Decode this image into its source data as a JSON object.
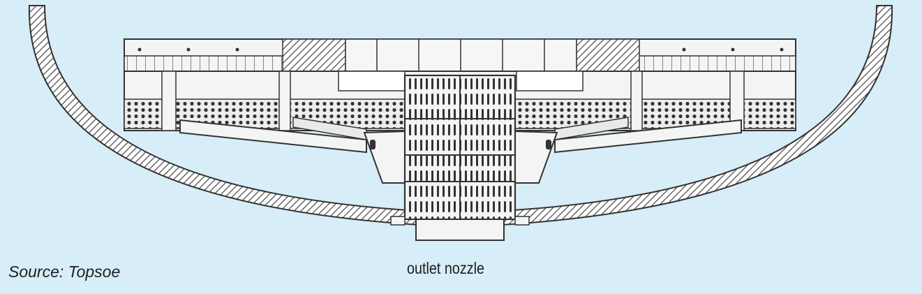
{
  "source_label": "Source: Topsoe",
  "outlet_label": "outlet nozzle",
  "colors": {
    "background": "#d7edf8",
    "line": "#333333",
    "metal_fill": "#f3f5f5",
    "hatch": "#444444"
  },
  "icons": [
    "reactor-vessel-bottom-head",
    "outlet-collector",
    "support-grid"
  ]
}
